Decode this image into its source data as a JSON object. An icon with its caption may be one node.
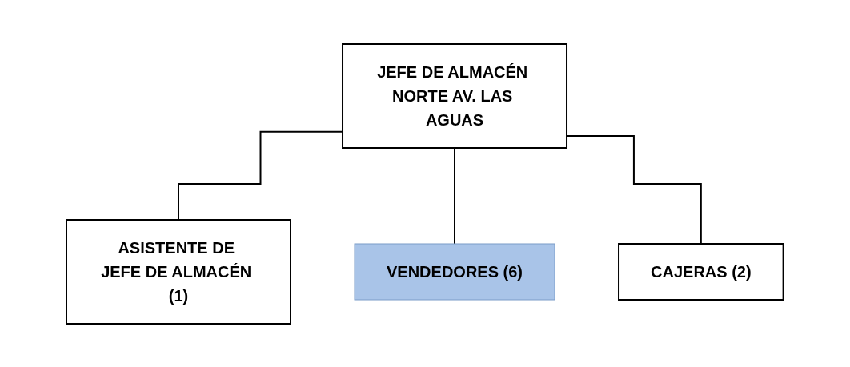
{
  "diagram": {
    "nodes": [
      {
        "text": [
          "JEFE DE ALMACÉN NORTE AV. LAS AGUAS"
        ]
      },
      {
        "text": [
          "ASISTENTE DE JEFE DE ALMACÉN (1)"
        ]
      },
      {
        "text": [
          "VENDEDORES (6)"
        ]
      },
      {
        "text": [
          "CAJERAS (2)"
        ]
      }
    ],
    "edges": [
      {
        "from": 0,
        "to": 1,
        "arrow": "none"
      },
      {
        "from": 0,
        "to": 2,
        "arrow": "none"
      },
      {
        "from": 0,
        "to": 3,
        "arrow": "none"
      }
    ]
  }
}
